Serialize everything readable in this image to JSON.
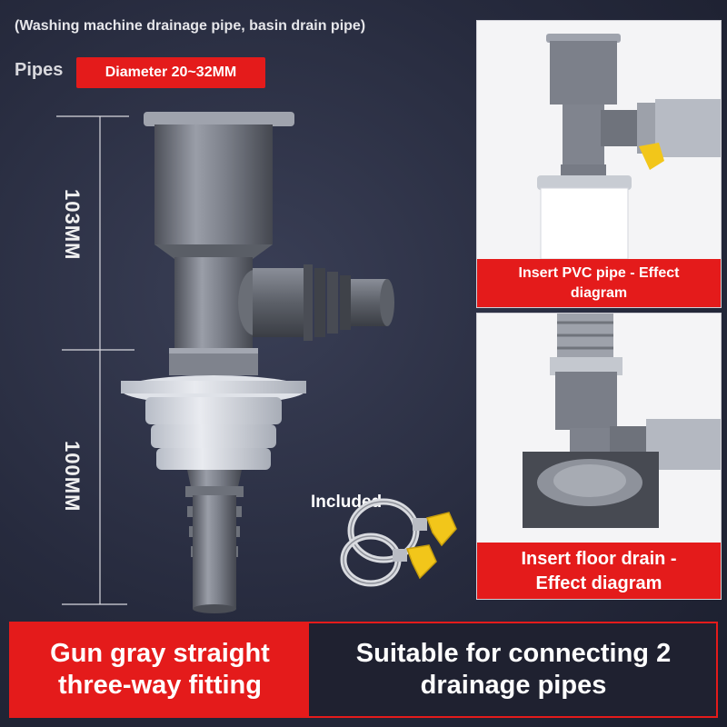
{
  "header": {
    "caption": "(Washing machine drainage pipe, basin drain pipe)",
    "pipes_label": "Pipes",
    "diameter_badge": "Diameter 20~32MM"
  },
  "dimensions": {
    "upper": "103MM",
    "lower": "100MM"
  },
  "accessories": {
    "included_label": "Included"
  },
  "panels": [
    {
      "caption_line1": "Insert PVC pipe - Effect",
      "caption_line2": "diagram"
    },
    {
      "caption_line1": "Insert floor drain -",
      "caption_line2": "Effect diagram"
    }
  ],
  "footer": {
    "left_line1": "Gun gray straight",
    "left_line2": "three-way fitting",
    "right_line1": "Suitable for connecting 2",
    "right_line2": "drainage pipes"
  },
  "colors": {
    "accent_red": "#e41b1b",
    "gun_gray": "#6f737d",
    "background_dark": "#262a3d",
    "clamp_handle": "#f2c61a"
  },
  "icons": [
    "tee-fitting-illustration",
    "hose-clamp-icon",
    "pvc-pipe-photo",
    "floor-drain-photo"
  ]
}
